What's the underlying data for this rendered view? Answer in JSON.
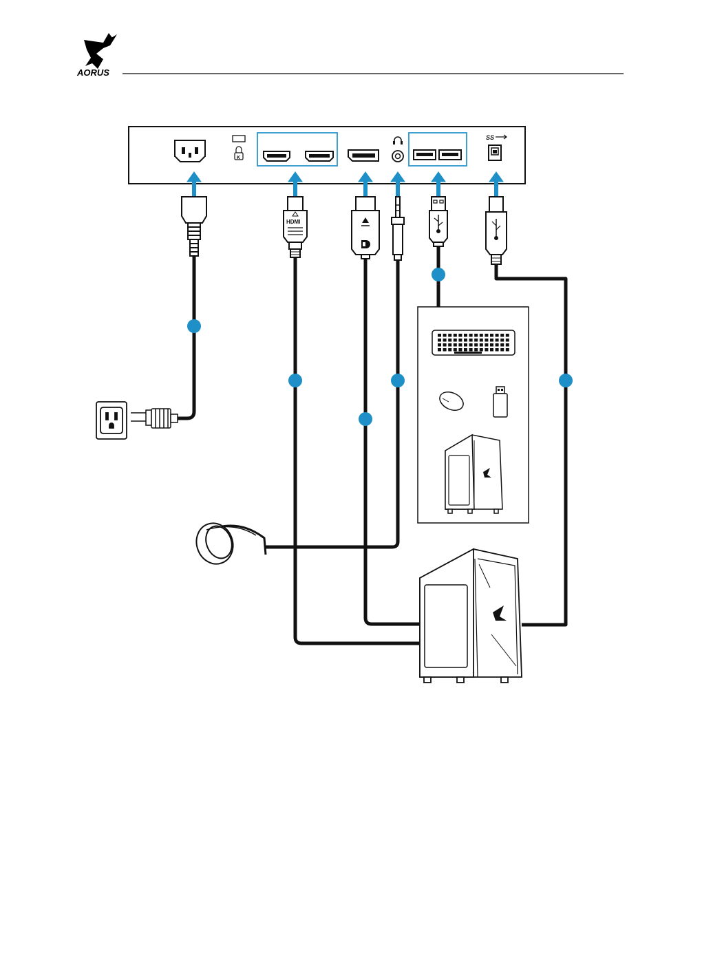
{
  "header": {
    "brand_name": "AORUS",
    "logo": "aorus-eagle-logo"
  },
  "colors": {
    "accent": "#1f8fc8",
    "line": "#111111",
    "port_highlight": "#2a96cc"
  },
  "monitor_panel": {
    "ports": [
      {
        "name": "power-port",
        "icon": "ac-inlet-icon"
      },
      {
        "name": "kensington-lock",
        "icon": "kensington-lock-icon"
      },
      {
        "name": "hdmi-port-1",
        "icon": "hdmi-port-icon"
      },
      {
        "name": "hdmi-port-2",
        "icon": "hdmi-port-icon"
      },
      {
        "name": "displayport",
        "icon": "displayport-port-icon"
      },
      {
        "name": "headphone-jack",
        "icon": "headphone-icon"
      },
      {
        "name": "usb-downstream-1",
        "icon": "usb-a-port-icon"
      },
      {
        "name": "usb-downstream-2",
        "icon": "usb-a-port-icon"
      },
      {
        "name": "usb-upstream",
        "icon": "usb-b-port-icon"
      }
    ],
    "ss_usb_label": "SS"
  },
  "cables": {
    "hdmi_label": "HDMI",
    "connectors": [
      "power-cable",
      "hdmi-cable",
      "displayport-cable",
      "audio-cable",
      "usb-a-cable",
      "usb-b-cable"
    ]
  },
  "devices": {
    "outlet": "wall-outlet-icon",
    "headphones": "headphones-icon",
    "keyboard": "keyboard-icon",
    "mouse": "mouse-icon",
    "usb_drive": "usb-drive-icon",
    "small_pc": "pc-tower-icon",
    "main_pc": "pc-tower-icon"
  }
}
